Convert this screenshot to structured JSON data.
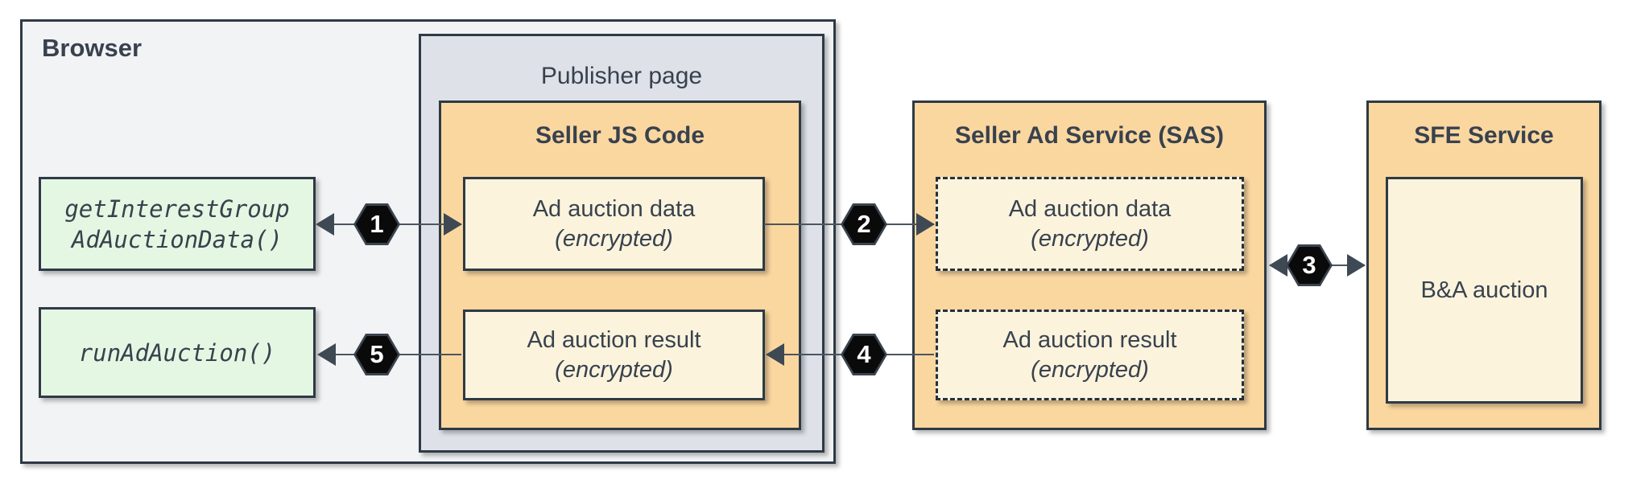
{
  "browser": {
    "label": "Browser",
    "apis": [
      {
        "line1": "getInterestGroup",
        "line2": "AdAuctionData()"
      },
      {
        "line1": "runAdAuction()"
      }
    ]
  },
  "publisher_page": {
    "label": "Publisher page"
  },
  "seller_js": {
    "label": "Seller JS Code",
    "data_box": {
      "line1": "Ad auction data",
      "line2": "(encrypted)"
    },
    "result_box": {
      "line1": "Ad auction result",
      "line2": "(encrypted)"
    }
  },
  "sas": {
    "label": "Seller Ad Service (SAS)",
    "data_box": {
      "line1": "Ad auction data",
      "line2": "(encrypted)"
    },
    "result_box": {
      "line1": "Ad auction result",
      "line2": "(encrypted)"
    }
  },
  "sfe": {
    "label": "SFE Service",
    "auction_box_label": "B&A auction"
  },
  "steps": {
    "s1": "1",
    "s2": "2",
    "s3": "3",
    "s4": "4",
    "s5": "5"
  },
  "colors": {
    "service_fill": "#fbd7a0",
    "inner_fill": "#fcf3dd",
    "api_fill": "#e4f7e2",
    "browser_fill": "#f2f3f5",
    "publisher_fill": "#dee2e8",
    "border": "#2e3a45",
    "text": "#38424e",
    "badge_fill": "#0a0a0a",
    "badge_text": "#ffffff"
  }
}
